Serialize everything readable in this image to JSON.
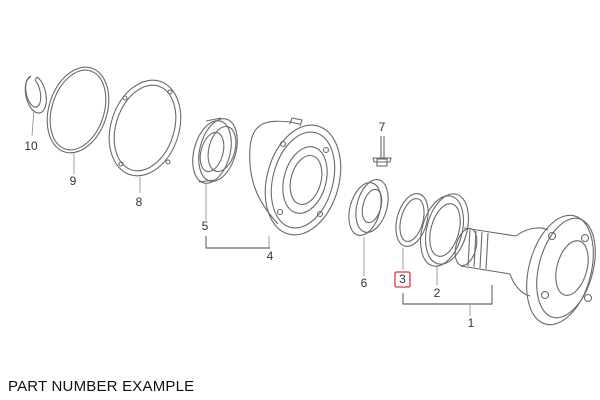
{
  "caption": "PART NUMBER EXAMPLE",
  "callouts": {
    "p1": "1",
    "p2": "2",
    "p3": "3",
    "p4": "4",
    "p5": "5",
    "p6": "6",
    "p7": "7",
    "p8": "8",
    "p9": "9",
    "p10": "10"
  },
  "highlight": {
    "part": "3",
    "color": "#d9333f"
  }
}
